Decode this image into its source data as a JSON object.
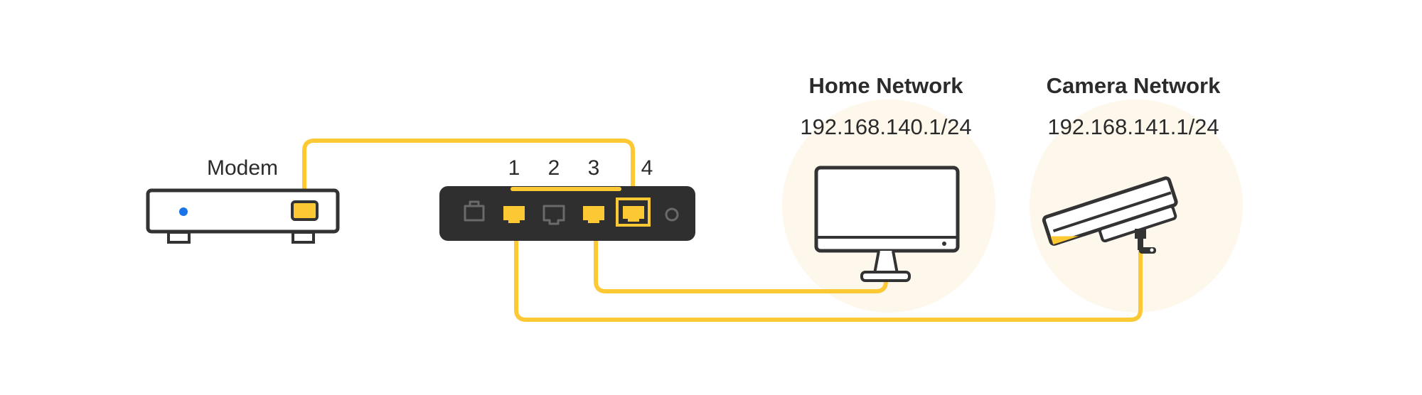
{
  "modem": {
    "label": "Modem"
  },
  "router": {
    "ports": [
      {
        "label": "1"
      },
      {
        "label": "2"
      },
      {
        "label": "3"
      },
      {
        "label": "4"
      }
    ]
  },
  "networks": [
    {
      "name": "Home Network",
      "subnet": "192.168.140.1/24",
      "device_icon": "monitor-icon"
    },
    {
      "name": "Camera Network",
      "subnet": "192.168.141.1/24",
      "device_icon": "security-camera-icon"
    }
  ],
  "colors": {
    "cable": "#fcc934",
    "outline": "#333333",
    "router_body": "#2f2f2f",
    "led": "#1a73e8",
    "halo": "#fef8ec"
  }
}
